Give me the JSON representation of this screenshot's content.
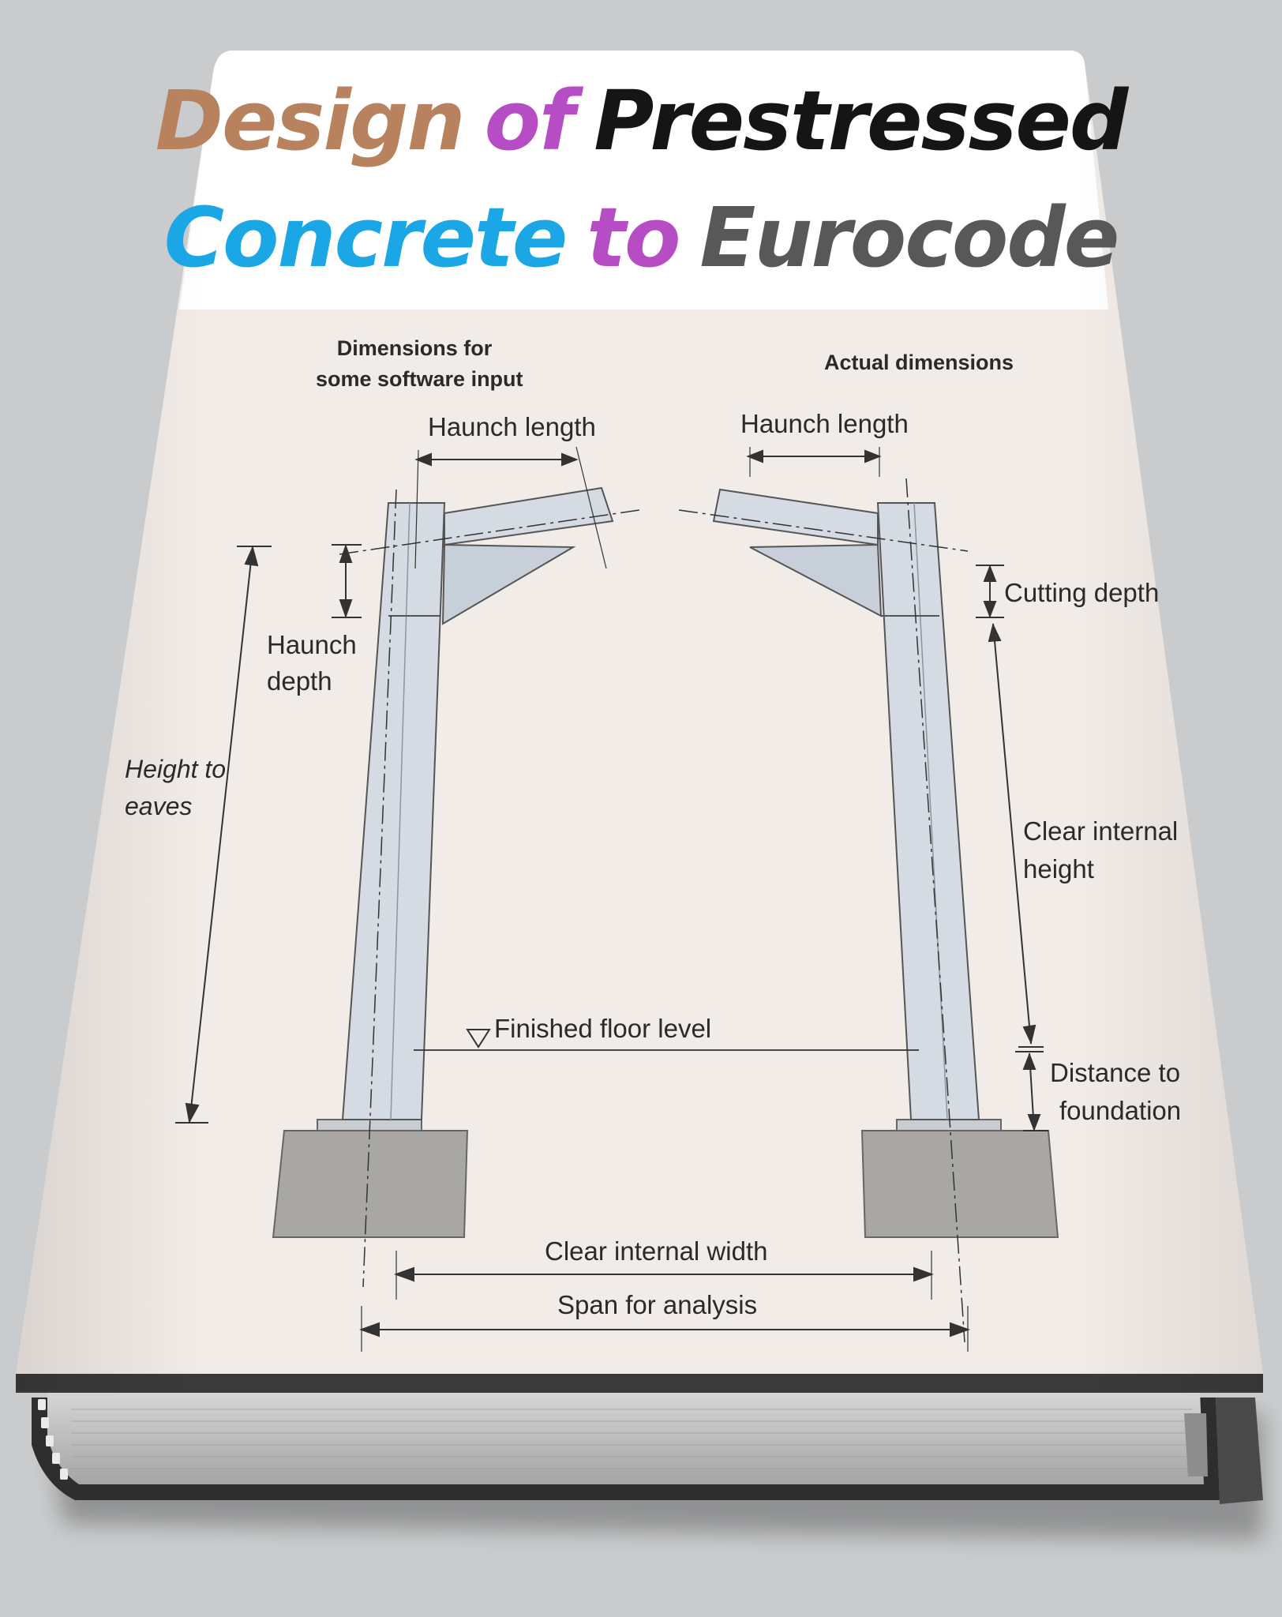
{
  "title": {
    "line1": [
      {
        "text": "Design",
        "color": "#b8825f"
      },
      {
        "text": "of",
        "color": "#b64dc4"
      },
      {
        "text": "Prestressed",
        "color": "#151515"
      }
    ],
    "line2": [
      {
        "text": "Concrete",
        "color": "#1ba7e6"
      },
      {
        "text": "to",
        "color": "#b64dc4"
      },
      {
        "text": "Eurocode",
        "color": "#585858"
      }
    ]
  },
  "diagram": {
    "left_caption_1": "Dimensions for",
    "left_caption_2": "some software input",
    "right_caption": "Actual dimensions",
    "haunch_length_left": "Haunch length",
    "haunch_length_right": "Haunch length",
    "haunch_depth_1": "Haunch",
    "haunch_depth_2": "depth",
    "height_to_eaves_1": "Height to",
    "height_to_eaves_2": "eaves",
    "cutting_depth": "Cutting depth",
    "clear_internal_height_1": "Clear internal",
    "clear_internal_height_2": "height",
    "finished_floor_level": "Finished floor level",
    "distance_to_foundation_1": "Distance to",
    "distance_to_foundation_2": "foundation",
    "clear_internal_width": "Clear internal width",
    "span_for_analysis": "Span for analysis"
  },
  "colors": {
    "background": "#c9cbcd",
    "cover_top": "#ffffff",
    "cover_diagram": "#f2ece8",
    "steel": "#d4dbe2",
    "foundation": "#a9a7a4",
    "pages": "#bfbfbf",
    "binding": "#3a3a3a"
  }
}
